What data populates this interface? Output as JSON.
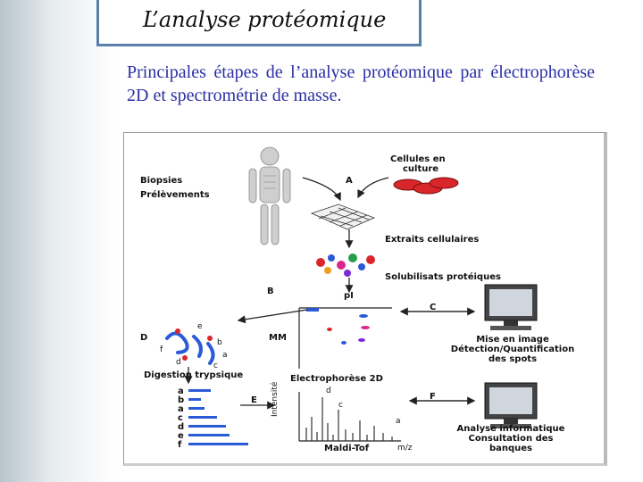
{
  "slide": {
    "title": "L’analyse protéomique",
    "subtitle": "Principales étapes de l’analyse protéomique par électrophorèse 2D et spectrométrie de masse."
  },
  "figure": {
    "labels": {
      "cellules_line1": "Cellules en",
      "cellules_line2": "culture",
      "biopsies": "Biopsies",
      "prelevements": "Prélèvements",
      "step_a": "A",
      "extraits": "Extraits cellulaires",
      "solubilisats": "Solubilisats protéiques",
      "step_b": "B",
      "pi": "pI",
      "step_c": "C",
      "step_d": "D",
      "mm": "MM",
      "mise_line1": "Mise en image",
      "mise_line2": "Détection/Quantification",
      "mise_line3": "des spots",
      "digestion": "Digestion trypsique",
      "electrophorese": "Electrophorèse 2D",
      "step_e": "E",
      "step_f": "F",
      "intensite": "Intensité",
      "maldi": "Maldi-Tof",
      "mz": "m/z",
      "analyse_line1": "Analyse informatique",
      "analyse_line2": "Consultation des",
      "analyse_line3": "banques"
    },
    "peptide_labels": [
      "a",
      "b",
      "c",
      "d",
      "e",
      "f"
    ],
    "peptide_list": [
      "a",
      "b",
      "a",
      "c",
      "d",
      "e",
      "f"
    ],
    "peptide_bar_lengths": [
      0.35,
      0.2,
      0.25,
      0.45,
      0.6,
      0.65,
      0.95
    ],
    "spectrum_peak_labels": [
      "d",
      "c",
      "a"
    ]
  }
}
